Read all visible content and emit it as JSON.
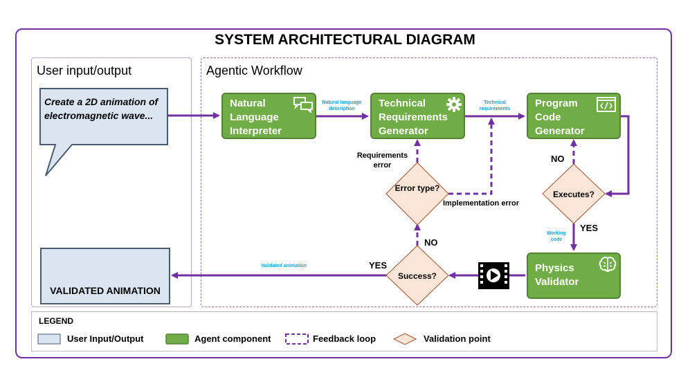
{
  "diagram": {
    "title": "SYSTEM ARCHITECTURAL DIAGRAM",
    "left_panel_title": "User input/output",
    "right_panel_title": "Agentic Workflow",
    "user_prompt": "Create a 2D animation of electromagnetic wave...",
    "output_label": "VALIDATED ANIMATION",
    "agents": {
      "interpreter": "Natural Language Interpreter",
      "requirements": "Technical Requirements Generator",
      "code": "Program Code Generator",
      "validator": "Physics Validator"
    },
    "diamonds": {
      "error_type": "Error type?",
      "executes": "Executes?",
      "success": "Success?"
    },
    "edge_labels": {
      "nl_description": "Natural language description",
      "tech_requirements": "Technical requirements",
      "working_code": "Working code",
      "validated_animation": "Validated animation",
      "requirements_error": "Requirements error",
      "implementation_error": "Implementation error",
      "no_code": "NO",
      "yes_code": "YES",
      "no_success": "NO",
      "yes_success": "YES"
    },
    "colors": {
      "purple": "#7030a0",
      "agent_green": "#70ad47",
      "validation_peach": "#fbe5d6",
      "io_blue": "#dbe5f1",
      "label_blue": "#1e9bd7"
    }
  },
  "legend": {
    "title": "LEGEND",
    "items": {
      "io": "User Input/Output",
      "agent": "Agent component",
      "feedback": "Feedback loop",
      "validation": "Validation point"
    }
  }
}
